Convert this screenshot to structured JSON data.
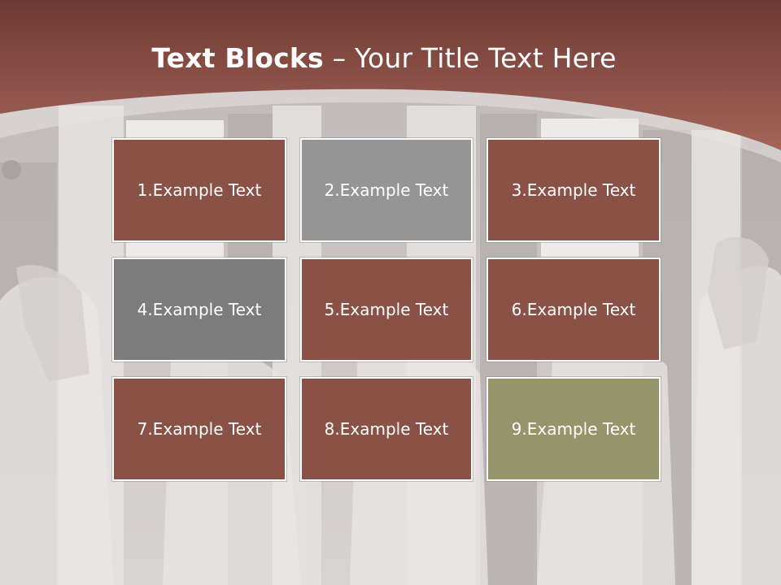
{
  "colors": {
    "header": "#8e5248",
    "brown": "#8a5247",
    "gray_light": "#959595",
    "gray_dark": "#7c7c7c",
    "olive": "#96946b"
  },
  "slide": {
    "title_bold": "Text Blocks",
    "title_separator": " – ",
    "title_rest": "Your Title Text Here"
  },
  "blocks": [
    {
      "label": "1.Example Text",
      "color": "#8a5247"
    },
    {
      "label": "2.Example Text",
      "color": "#959595"
    },
    {
      "label": "3.Example Text",
      "color": "#8a5247"
    },
    {
      "label": "4.Example Text",
      "color": "#7c7c7c"
    },
    {
      "label": "5.Example Text",
      "color": "#8a5247"
    },
    {
      "label": "6.Example Text",
      "color": "#8a5247"
    },
    {
      "label": "7.Example Text",
      "color": "#8a5247"
    },
    {
      "label": "8.Example Text",
      "color": "#8a5247"
    },
    {
      "label": "9.Example Text",
      "color": "#96946b"
    }
  ]
}
